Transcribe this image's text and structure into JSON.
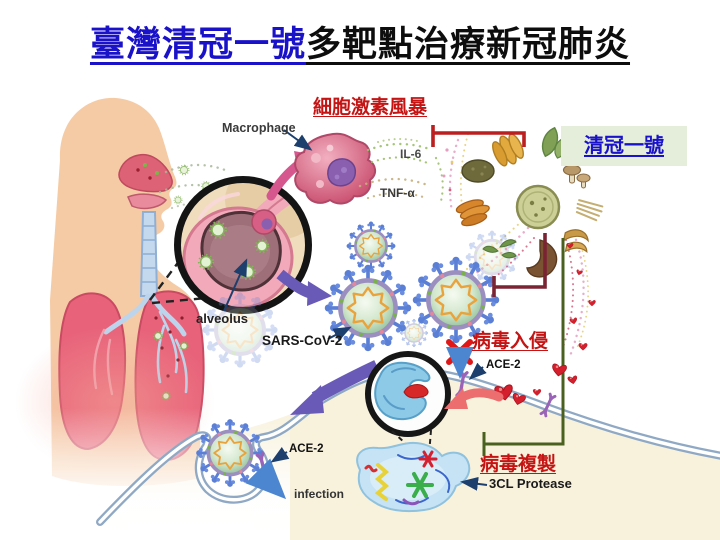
{
  "title": {
    "highlight": "臺灣清冠一號",
    "rest": "多靶點治療新冠肺炎"
  },
  "labels": {
    "cytokine_storm": "細胞激素風暴",
    "macrophage": "Macrophage",
    "il6": "IL-6",
    "tnf_alpha": "TNF-α",
    "qingguan": "清冠一號",
    "alveolus": "alveolus",
    "sars_cov_2": "SARS-CoV-2",
    "virus_invasion": "病毒入侵",
    "ace2_membrane": "ACE-2",
    "virus_replication": "病毒複製",
    "protease_3cl": "3CL Protease",
    "ace2_entry": "ACE-2",
    "infection": "infection"
  },
  "icons": [
    "human-respiratory-body-icon",
    "lungs-icon",
    "alveolus-magnifier-icon",
    "macrophage-cell-icon",
    "herbal-medicine-wheel-icon",
    "coronavirus-particle-icon",
    "red-virus-particle-icon",
    "ace2-receptor-icon",
    "cell-membrane-icon",
    "binding-magnifier-icon",
    "protease-blob-icon",
    "inhibition-tbar-icon",
    "blocked-x-icon",
    "infection-arrow-icon"
  ],
  "colors": {
    "title_blue": "#1a12c8",
    "label_red": "#c41414",
    "badge_bg": "#e4eedb",
    "inhibit_red": "#bb1f1f",
    "inhibit_dark_red": "#7a2433",
    "inhibit_green": "#49601f",
    "virus_spike_blue": "#5b7fd4",
    "membrane_blue": "#8fa9c4",
    "cell_interior": "#f8f2dd",
    "heart_red": "#d41f2c",
    "arrow_purple": "#6a5ab8",
    "arrow_pink": "#d6568e"
  }
}
